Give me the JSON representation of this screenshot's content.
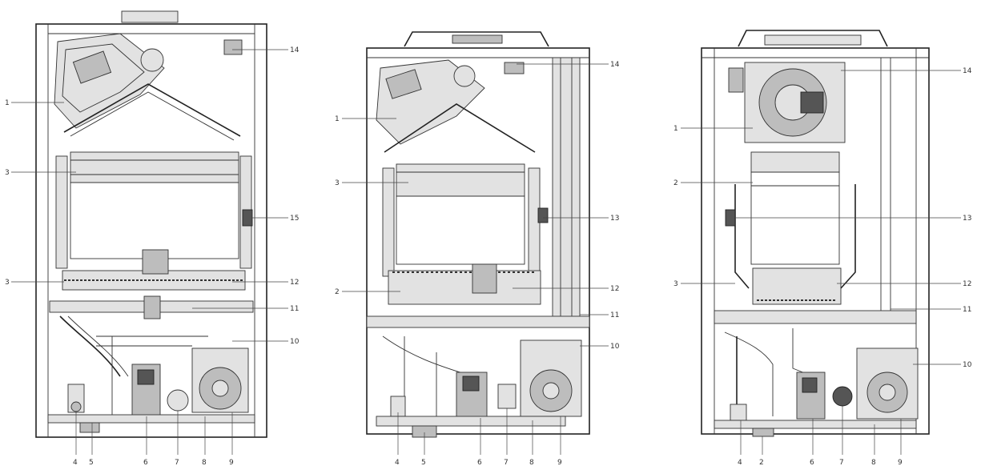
{
  "figures": [
    {
      "name": "boiler-view-1",
      "callouts": [
        {
          "label": "1"
        },
        {
          "label": "3"
        },
        {
          "label": "3"
        },
        {
          "label": "14"
        },
        {
          "label": "15"
        },
        {
          "label": "12"
        },
        {
          "label": "11"
        },
        {
          "label": "10"
        },
        {
          "label": "4"
        },
        {
          "label": "5"
        },
        {
          "label": "6"
        },
        {
          "label": "7"
        },
        {
          "label": "8"
        },
        {
          "label": "9"
        }
      ]
    },
    {
      "name": "boiler-view-2",
      "callouts": [
        {
          "label": "1"
        },
        {
          "label": "3"
        },
        {
          "label": "2"
        },
        {
          "label": "14"
        },
        {
          "label": "13"
        },
        {
          "label": "12"
        },
        {
          "label": "11"
        },
        {
          "label": "10"
        },
        {
          "label": "4"
        },
        {
          "label": "5"
        },
        {
          "label": "6"
        },
        {
          "label": "7"
        },
        {
          "label": "8"
        },
        {
          "label": "9"
        }
      ]
    },
    {
      "name": "boiler-view-3",
      "callouts": [
        {
          "label": "1"
        },
        {
          "label": "2"
        },
        {
          "label": "3"
        },
        {
          "label": "14"
        },
        {
          "label": "13"
        },
        {
          "label": "12"
        },
        {
          "label": "11"
        },
        {
          "label": "10"
        },
        {
          "label": "4"
        },
        {
          "label": "2"
        },
        {
          "label": "6"
        },
        {
          "label": "7"
        },
        {
          "label": "8"
        },
        {
          "label": "9"
        }
      ]
    }
  ]
}
